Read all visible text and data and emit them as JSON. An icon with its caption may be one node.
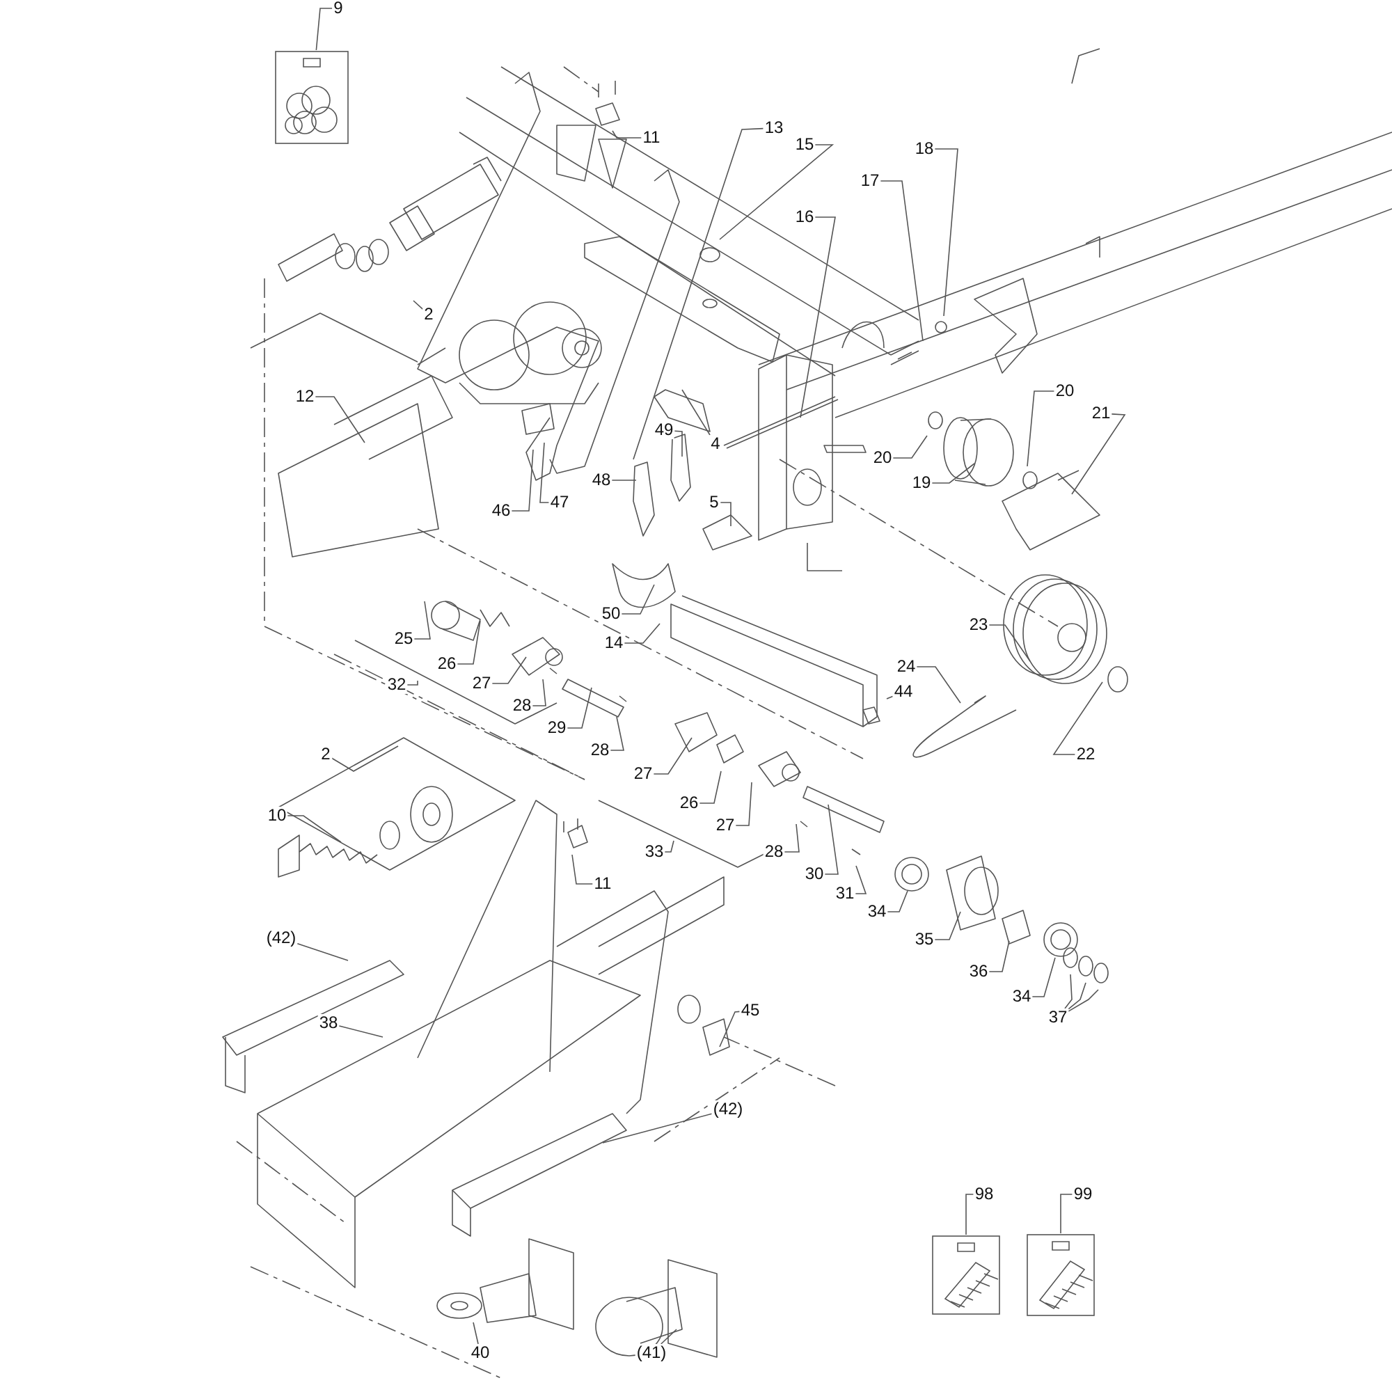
{
  "diagram": {
    "nodes": [
      {
        "text": [
          "9"
        ]
      },
      {
        "text": [
          "11"
        ]
      },
      {
        "text": [
          "13"
        ]
      },
      {
        "text": [
          "15"
        ]
      },
      {
        "text": [
          "18"
        ]
      },
      {
        "text": [
          "17"
        ]
      },
      {
        "text": [
          "16"
        ]
      },
      {
        "text": [
          "2"
        ]
      },
      {
        "text": [
          "12"
        ]
      },
      {
        "text": [
          "4"
        ]
      },
      {
        "text": [
          "49"
        ]
      },
      {
        "text": [
          "48"
        ]
      },
      {
        "text": [
          "5"
        ]
      },
      {
        "text": [
          "47"
        ]
      },
      {
        "text": [
          "46"
        ]
      },
      {
        "text": [
          "20"
        ]
      },
      {
        "text": [
          "21"
        ]
      },
      {
        "text": [
          "20"
        ]
      },
      {
        "text": [
          "19"
        ]
      },
      {
        "text": [
          "50"
        ]
      },
      {
        "text": [
          "14"
        ]
      },
      {
        "text": [
          "25"
        ]
      },
      {
        "text": [
          "26"
        ]
      },
      {
        "text": [
          "27"
        ]
      },
      {
        "text": [
          "32"
        ]
      },
      {
        "text": [
          "28"
        ]
      },
      {
        "text": [
          "29"
        ]
      },
      {
        "text": [
          "23"
        ]
      },
      {
        "text": [
          "24"
        ]
      },
      {
        "text": [
          "44"
        ]
      },
      {
        "text": [
          "22"
        ]
      },
      {
        "text": [
          "28"
        ]
      },
      {
        "text": [
          "27"
        ]
      },
      {
        "text": [
          "26"
        ]
      },
      {
        "text": [
          "27"
        ]
      },
      {
        "text": [
          "33"
        ]
      },
      {
        "text": [
          "28"
        ]
      },
      {
        "text": [
          "30"
        ]
      },
      {
        "text": [
          "31"
        ]
      },
      {
        "text": [
          "34"
        ]
      },
      {
        "text": [
          "35"
        ]
      },
      {
        "text": [
          "36"
        ]
      },
      {
        "text": [
          "34"
        ]
      },
      {
        "text": [
          "37"
        ]
      },
      {
        "text": [
          "2"
        ]
      },
      {
        "text": [
          "10"
        ]
      },
      {
        "text": [
          "11"
        ]
      },
      {
        "text": [
          "(42)"
        ]
      },
      {
        "text": [
          "38"
        ]
      },
      {
        "text": [
          "45"
        ]
      },
      {
        "text": [
          "(42)"
        ]
      },
      {
        "text": [
          "98"
        ]
      },
      {
        "text": [
          "99"
        ]
      },
      {
        "text": [
          "40"
        ]
      },
      {
        "text": [
          "(41)"
        ]
      },
      {
        "text": [],
        "shape": "picture"
      },
      {
        "text": [],
        "shape": "picture"
      },
      {
        "text": [],
        "shape": "picture"
      }
    ],
    "edges": [
      {
        "from": 0,
        "to": 55,
        "arrow": "none"
      },
      {
        "from": 1,
        "to": null,
        "arrow": "none"
      },
      {
        "from": 2,
        "to": null,
        "arrow": "none"
      },
      {
        "from": 3,
        "to": null,
        "arrow": "none"
      },
      {
        "from": 4,
        "to": null,
        "arrow": "none"
      },
      {
        "from": 5,
        "to": null,
        "arrow": "none"
      },
      {
        "from": 6,
        "to": null,
        "arrow": "none"
      },
      {
        "from": 7,
        "to": null,
        "arrow": "none"
      },
      {
        "from": 8,
        "to": null,
        "arrow": "none"
      },
      {
        "from": 9,
        "to": null,
        "arrow": "none"
      },
      {
        "from": 10,
        "to": null,
        "arrow": "none"
      },
      {
        "from": 11,
        "to": null,
        "arrow": "none"
      },
      {
        "from": 12,
        "to": null,
        "arrow": "none"
      },
      {
        "from": 13,
        "to": null,
        "arrow": "none"
      },
      {
        "from": 14,
        "to": null,
        "arrow": "none"
      },
      {
        "from": 15,
        "to": null,
        "arrow": "none"
      },
      {
        "from": 16,
        "to": null,
        "arrow": "none"
      },
      {
        "from": 17,
        "to": null,
        "arrow": "none"
      },
      {
        "from": 18,
        "to": null,
        "arrow": "none"
      },
      {
        "from": 19,
        "to": null,
        "arrow": "none"
      },
      {
        "from": 20,
        "to": null,
        "arrow": "none"
      },
      {
        "from": 21,
        "to": null,
        "arrow": "none"
      },
      {
        "from": 22,
        "to": null,
        "arrow": "none"
      },
      {
        "from": 23,
        "to": null,
        "arrow": "none"
      },
      {
        "from": 24,
        "to": null,
        "arrow": "none"
      },
      {
        "from": 25,
        "to": null,
        "arrow": "none"
      },
      {
        "from": 26,
        "to": null,
        "arrow": "none"
      },
      {
        "from": 27,
        "to": null,
        "arrow": "none"
      },
      {
        "from": 28,
        "to": null,
        "arrow": "none"
      },
      {
        "from": 29,
        "to": null,
        "arrow": "none"
      },
      {
        "from": 30,
        "to": null,
        "arrow": "none"
      },
      {
        "from": 31,
        "to": null,
        "arrow": "none"
      },
      {
        "from": 32,
        "to": null,
        "arrow": "none"
      },
      {
        "from": 33,
        "to": null,
        "arrow": "none"
      },
      {
        "from": 34,
        "to": null,
        "arrow": "none"
      },
      {
        "from": 35,
        "to": null,
        "arrow": "none"
      },
      {
        "from": 36,
        "to": null,
        "arrow": "none"
      },
      {
        "from": 37,
        "to": null,
        "arrow": "none"
      },
      {
        "from": 38,
        "to": null,
        "arrow": "none"
      },
      {
        "from": 39,
        "to": null,
        "arrow": "none"
      },
      {
        "from": 40,
        "to": null,
        "arrow": "none"
      },
      {
        "from": 41,
        "to": null,
        "arrow": "none"
      },
      {
        "from": 42,
        "to": null,
        "arrow": "none"
      },
      {
        "from": 43,
        "to": null,
        "arrow": "none"
      },
      {
        "from": 43,
        "to": null,
        "arrow": "none"
      },
      {
        "from": 43,
        "to": null,
        "arrow": "none"
      },
      {
        "from": 44,
        "to": null,
        "arrow": "none"
      },
      {
        "from": 45,
        "to": null,
        "arrow": "none"
      },
      {
        "from": 46,
        "to": null,
        "arrow": "none"
      },
      {
        "from": 47,
        "to": null,
        "arrow": "none"
      },
      {
        "from": 48,
        "to": null,
        "arrow": "none"
      },
      {
        "from": 49,
        "to": null,
        "arrow": "none"
      },
      {
        "from": 50,
        "to": null,
        "arrow": "none"
      },
      {
        "from": 51,
        "to": 56,
        "arrow": "none"
      },
      {
        "from": 52,
        "to": 57,
        "arrow": "none"
      },
      {
        "from": 53,
        "to": null,
        "arrow": "none"
      },
      {
        "from": 54,
        "to": null,
        "arrow": "none"
      }
    ]
  }
}
